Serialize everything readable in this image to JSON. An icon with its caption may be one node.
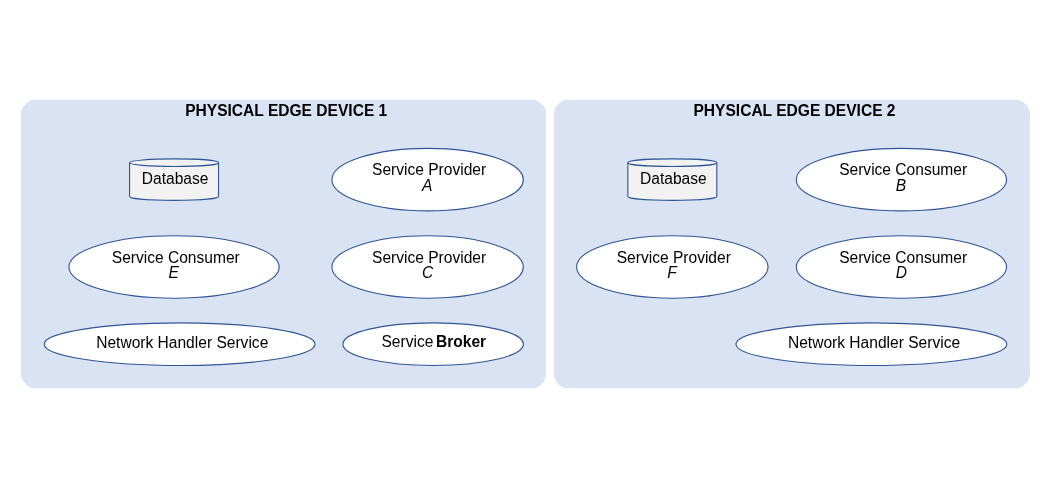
{
  "diagram": {
    "nodes": [
      {
        "text": [
          "PHYSICAL EDGE DEVICE 1"
        ]
      },
      {
        "text": [
          "Service Provider",
          "A"
        ],
        "in": 0
      },
      {
        "text": [
          "Database"
        ],
        "in": 0
      },
      {
        "text": [
          "Service Provider",
          "C"
        ],
        "in": 0
      },
      {
        "text": [
          "Service Consumer",
          "E"
        ],
        "in": 0
      },
      {
        "text": [
          "Service **Broker**"
        ],
        "in": 0
      },
      {
        "text": [
          "Network Handler Service"
        ],
        "in": 0
      },
      {
        "text": [
          "PHYSICAL EDGE DEVICE 2"
        ]
      },
      {
        "text": [
          "Service Consumer",
          "B"
        ],
        "in": 7
      },
      {
        "text": [
          "Database"
        ],
        "in": 7
      },
      {
        "text": [
          "Service Consumer",
          "D"
        ],
        "in": 7
      },
      {
        "text": [
          "Service Provider",
          "F"
        ],
        "in": 7
      },
      {
        "text": [
          "Network Handler Service"
        ],
        "in": 7
      }
    ],
    "edges": []
  }
}
